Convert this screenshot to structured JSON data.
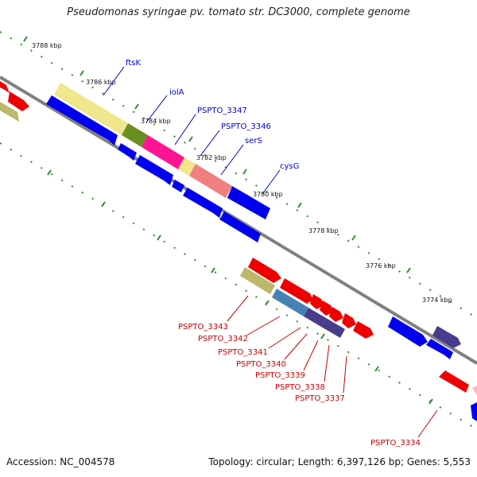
{
  "title": "Pseudomonas syringae pv. tomato str. DC3000, complete genome",
  "footer": {
    "accession": "Accession: NC_004578",
    "summary": "Topology: circular; Length: 6,397,126 bp; Genes: 5,553"
  },
  "colors": {
    "backbone": "#808080",
    "ruler": "#2e8b2e",
    "blue_gene": "#0000ee",
    "red_gene": "#ee0000",
    "label_blue": "#0000cc",
    "label_red": "#cc0000"
  },
  "ticks": [
    {
      "label": "3788 kbp"
    },
    {
      "label": "3786 kbp"
    },
    {
      "label": "3784 kbp"
    },
    {
      "label": "3782 kbp"
    },
    {
      "label": "3780 kbp"
    },
    {
      "label": "3778 kbp"
    },
    {
      "label": "3776 kbp"
    },
    {
      "label": "3774 kbp"
    }
  ],
  "upper_labels": [
    {
      "text": "ftsK"
    },
    {
      "text": "iolA"
    },
    {
      "text": "PSPTO_3347"
    },
    {
      "text": "PSPTO_3346"
    },
    {
      "text": "serS"
    },
    {
      "text": "cysG"
    }
  ],
  "lower_labels": [
    {
      "text": "PSPTO_3343"
    },
    {
      "text": "PSPTO_3342"
    },
    {
      "text": "PSPTO_3341"
    },
    {
      "text": "PSPTO_3340"
    },
    {
      "text": "PSPTO_3339"
    },
    {
      "text": "PSPTO_3338"
    },
    {
      "text": "PSPTO_3337"
    },
    {
      "text": "PSPTO_3334"
    }
  ]
}
